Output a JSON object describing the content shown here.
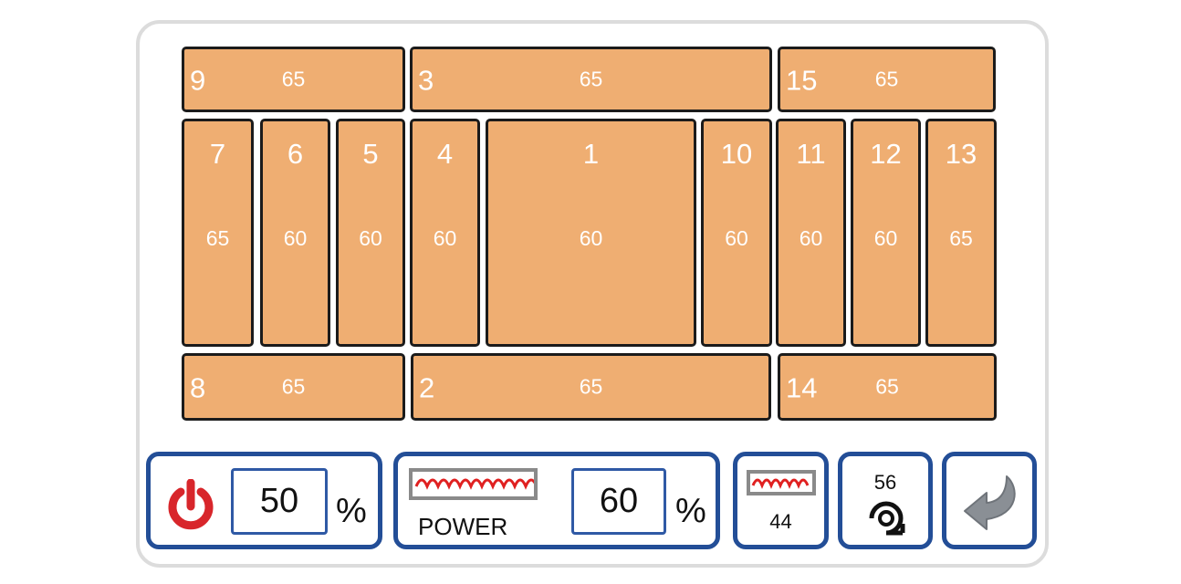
{
  "zones": [
    {
      "id": "9",
      "value": "65"
    },
    {
      "id": "3",
      "value": "65"
    },
    {
      "id": "15",
      "value": "65"
    },
    {
      "id": "7",
      "value": "65"
    },
    {
      "id": "6",
      "value": "60"
    },
    {
      "id": "5",
      "value": "60"
    },
    {
      "id": "4",
      "value": "60"
    },
    {
      "id": "1",
      "value": "60"
    },
    {
      "id": "10",
      "value": "60"
    },
    {
      "id": "11",
      "value": "60"
    },
    {
      "id": "12",
      "value": "60"
    },
    {
      "id": "13",
      "value": "65"
    },
    {
      "id": "8",
      "value": "65"
    },
    {
      "id": "2",
      "value": "65"
    },
    {
      "id": "14",
      "value": "65"
    }
  ],
  "controls": {
    "power": {
      "icon": "power-icon",
      "value": "50",
      "unit": "%"
    },
    "heater_power": {
      "icon": "heater-coil-icon",
      "label": "POWER",
      "value": "60",
      "unit": "%"
    },
    "heater_small": {
      "icon": "heater-coil-icon",
      "value": "44"
    },
    "fan": {
      "icon": "fan-blower-icon",
      "value": "56"
    },
    "back": {
      "icon": "back-arrow-icon"
    }
  },
  "colors": {
    "zone_fill": "#efae72",
    "frame_blue": "#234e97",
    "power_red": "#d8262b",
    "coil_red": "#e02020"
  }
}
